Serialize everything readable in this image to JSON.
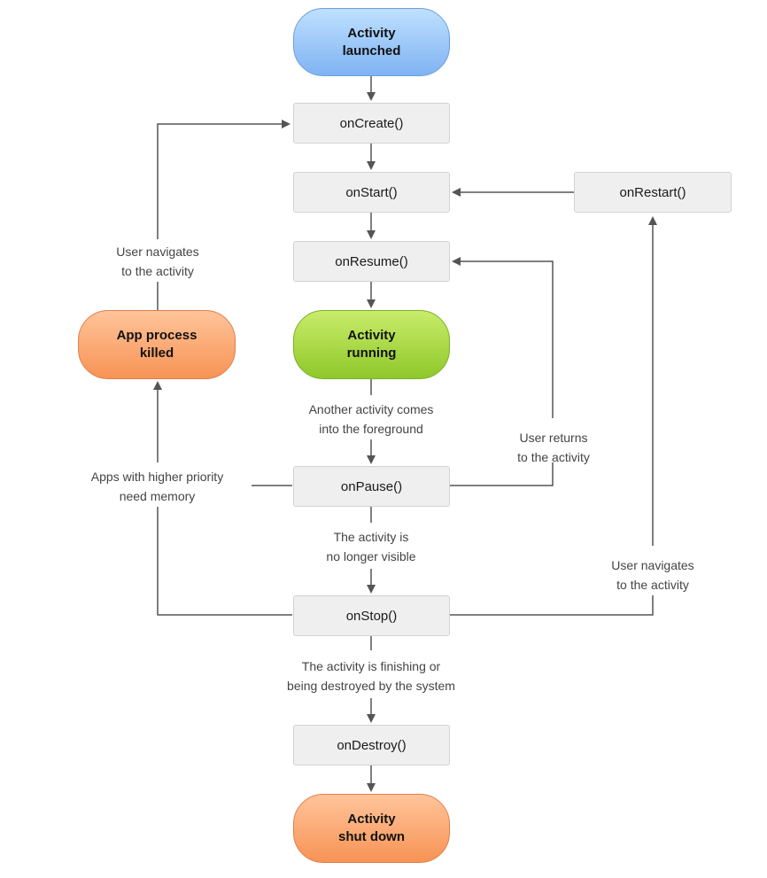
{
  "states": {
    "launched": "Activity\nlaunched",
    "running": "Activity\nrunning",
    "killed": "App process\nkilled",
    "shutdown": "Activity\nshut down"
  },
  "methods": {
    "on_create": "onCreate()",
    "on_start": "onStart()",
    "on_restart": "onRestart()",
    "on_resume": "onResume()",
    "on_pause": "onPause()",
    "on_stop": "onStop()",
    "on_destroy": "onDestroy()"
  },
  "labels": {
    "user_navigates_left": "User navigates\nto the activity",
    "another_activity": "Another activity comes\ninto the foreground",
    "user_returns": "User returns\nto the activity",
    "higher_priority": "Apps with higher priority\nneed memory",
    "no_longer_visible": "The activity is\nno longer visible",
    "user_navigates_right": "User navigates\nto the activity",
    "finishing": "The activity is finishing or\nbeing destroyed by the system"
  },
  "colors": {
    "arrow": "#555555",
    "method_fill": "#efefef",
    "launched": "#8fbcf5",
    "running": "#a6d63b",
    "killed": "#fba36c",
    "shutdown": "#fba36c"
  }
}
